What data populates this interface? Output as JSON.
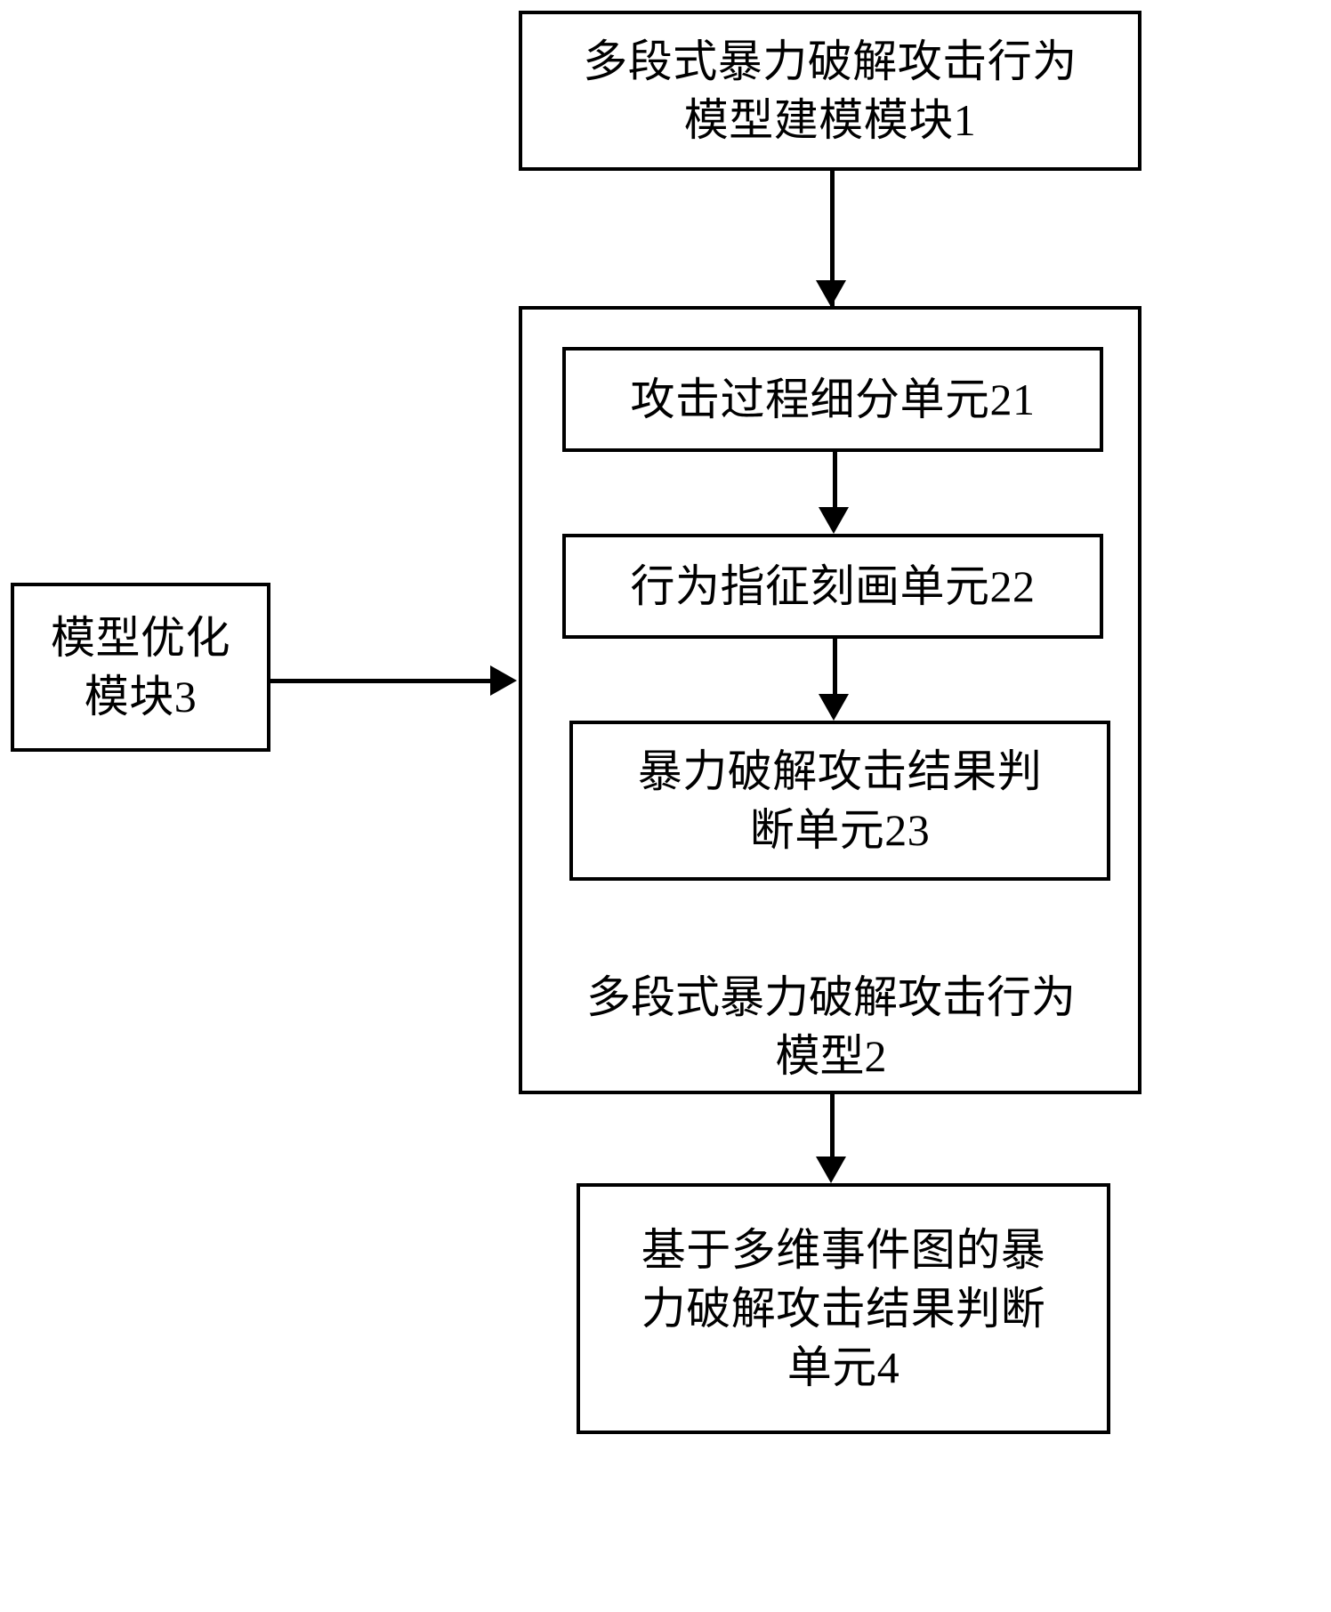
{
  "diagram": {
    "type": "block-diagram",
    "background_color": "#ffffff",
    "line_color": "#000000",
    "nodes": [
      {
        "id": "module1",
        "label": "多段式暴力破解攻击行为\n模型建模模块1",
        "shape": "rectangle"
      },
      {
        "id": "unit21",
        "label": "攻击过程细分单元21",
        "shape": "rectangle"
      },
      {
        "id": "unit22",
        "label": "行为指征刻画单元22",
        "shape": "rectangle"
      },
      {
        "id": "unit23",
        "label": "暴力破解攻击结果判\n断单元23",
        "shape": "rectangle"
      },
      {
        "id": "model2",
        "label": "多段式暴力破解攻击行为\n模型2",
        "shape": "container-rectangle"
      },
      {
        "id": "module3",
        "label": "模型优化\n模块3",
        "shape": "rectangle"
      },
      {
        "id": "unit4",
        "label": "基于多维事件图的暴\n力破解攻击结果判断\n单元4",
        "shape": "rectangle"
      }
    ],
    "edges": [
      {
        "from": "module1",
        "to": "model2",
        "direction": "down"
      },
      {
        "from": "unit21",
        "to": "unit22",
        "direction": "down"
      },
      {
        "from": "unit22",
        "to": "unit23",
        "direction": "down"
      },
      {
        "from": "module3",
        "to": "model2",
        "direction": "right"
      },
      {
        "from": "model2",
        "to": "unit4",
        "direction": "down"
      }
    ]
  }
}
